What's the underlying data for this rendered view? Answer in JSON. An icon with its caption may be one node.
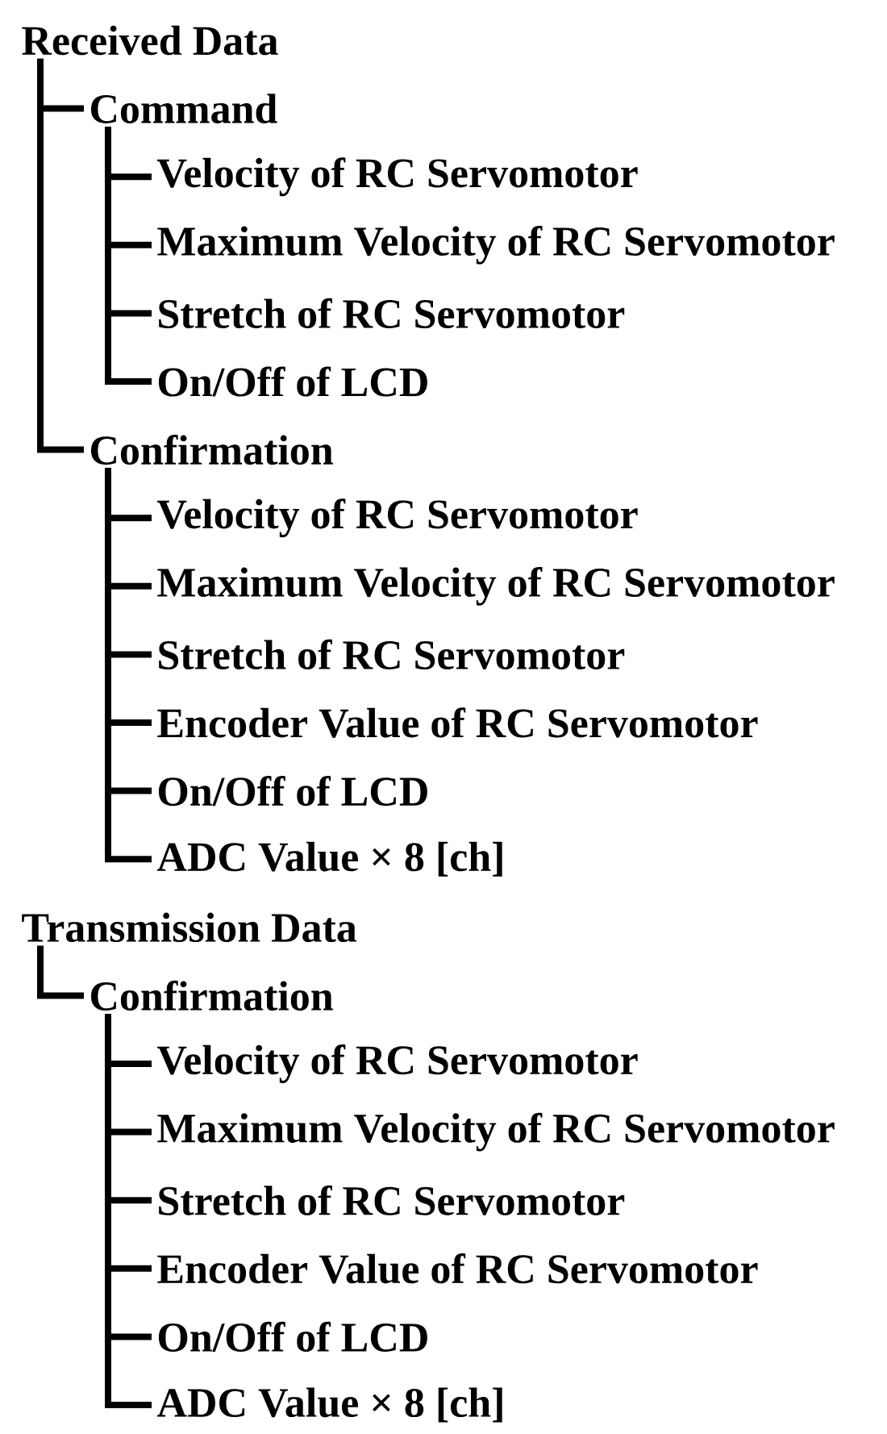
{
  "diagram": {
    "nodes": [
      {
        "text": [
          "Received Data"
        ]
      },
      {
        "text": [
          "Command"
        ]
      },
      {
        "text": [
          "Velocity of RC Servomotor"
        ]
      },
      {
        "text": [
          "Maximum Velocity of RC Servomotor"
        ]
      },
      {
        "text": [
          "Stretch of RC Servomotor"
        ]
      },
      {
        "text": [
          "On/Off of LCD"
        ]
      },
      {
        "text": [
          "Confirmation"
        ]
      },
      {
        "text": [
          "Velocity of RC Servomotor"
        ]
      },
      {
        "text": [
          "Maximum Velocity of RC Servomotor"
        ]
      },
      {
        "text": [
          "Stretch of RC Servomotor"
        ]
      },
      {
        "text": [
          "Encoder Value of RC Servomotor"
        ]
      },
      {
        "text": [
          "On/Off of LCD"
        ]
      },
      {
        "text": [
          "ADC Value × 8 [ch]"
        ]
      },
      {
        "text": [
          "Transmission Data"
        ]
      },
      {
        "text": [
          "Confirmation"
        ]
      },
      {
        "text": [
          "Velocity of RC Servomotor"
        ]
      },
      {
        "text": [
          "Maximum Velocity of RC Servomotor"
        ]
      },
      {
        "text": [
          "Stretch of RC Servomotor"
        ]
      },
      {
        "text": [
          "Encoder Value of RC Servomotor"
        ]
      },
      {
        "text": [
          "On/Off of LCD"
        ]
      },
      {
        "text": [
          "ADC Value × 8 [ch]"
        ]
      }
    ],
    "edges": [
      {
        "from": 0,
        "to": 1,
        "arrow": "none"
      },
      {
        "from": 0,
        "to": 6,
        "arrow": "none"
      },
      {
        "from": 1,
        "to": 2,
        "arrow": "none"
      },
      {
        "from": 1,
        "to": 3,
        "arrow": "none"
      },
      {
        "from": 1,
        "to": 4,
        "arrow": "none"
      },
      {
        "from": 1,
        "to": 5,
        "arrow": "none"
      },
      {
        "from": 6,
        "to": 7,
        "arrow": "none"
      },
      {
        "from": 6,
        "to": 8,
        "arrow": "none"
      },
      {
        "from": 6,
        "to": 9,
        "arrow": "none"
      },
      {
        "from": 6,
        "to": 10,
        "arrow": "none"
      },
      {
        "from": 6,
        "to": 11,
        "arrow": "none"
      },
      {
        "from": 6,
        "to": 12,
        "arrow": "none"
      },
      {
        "from": 13,
        "to": 14,
        "arrow": "none"
      },
      {
        "from": 14,
        "to": 15,
        "arrow": "none"
      },
      {
        "from": 14,
        "to": 16,
        "arrow": "none"
      },
      {
        "from": 14,
        "to": 17,
        "arrow": "none"
      },
      {
        "from": 14,
        "to": 18,
        "arrow": "none"
      },
      {
        "from": 14,
        "to": 19,
        "arrow": "none"
      },
      {
        "from": 14,
        "to": 20,
        "arrow": "none"
      }
    ]
  }
}
